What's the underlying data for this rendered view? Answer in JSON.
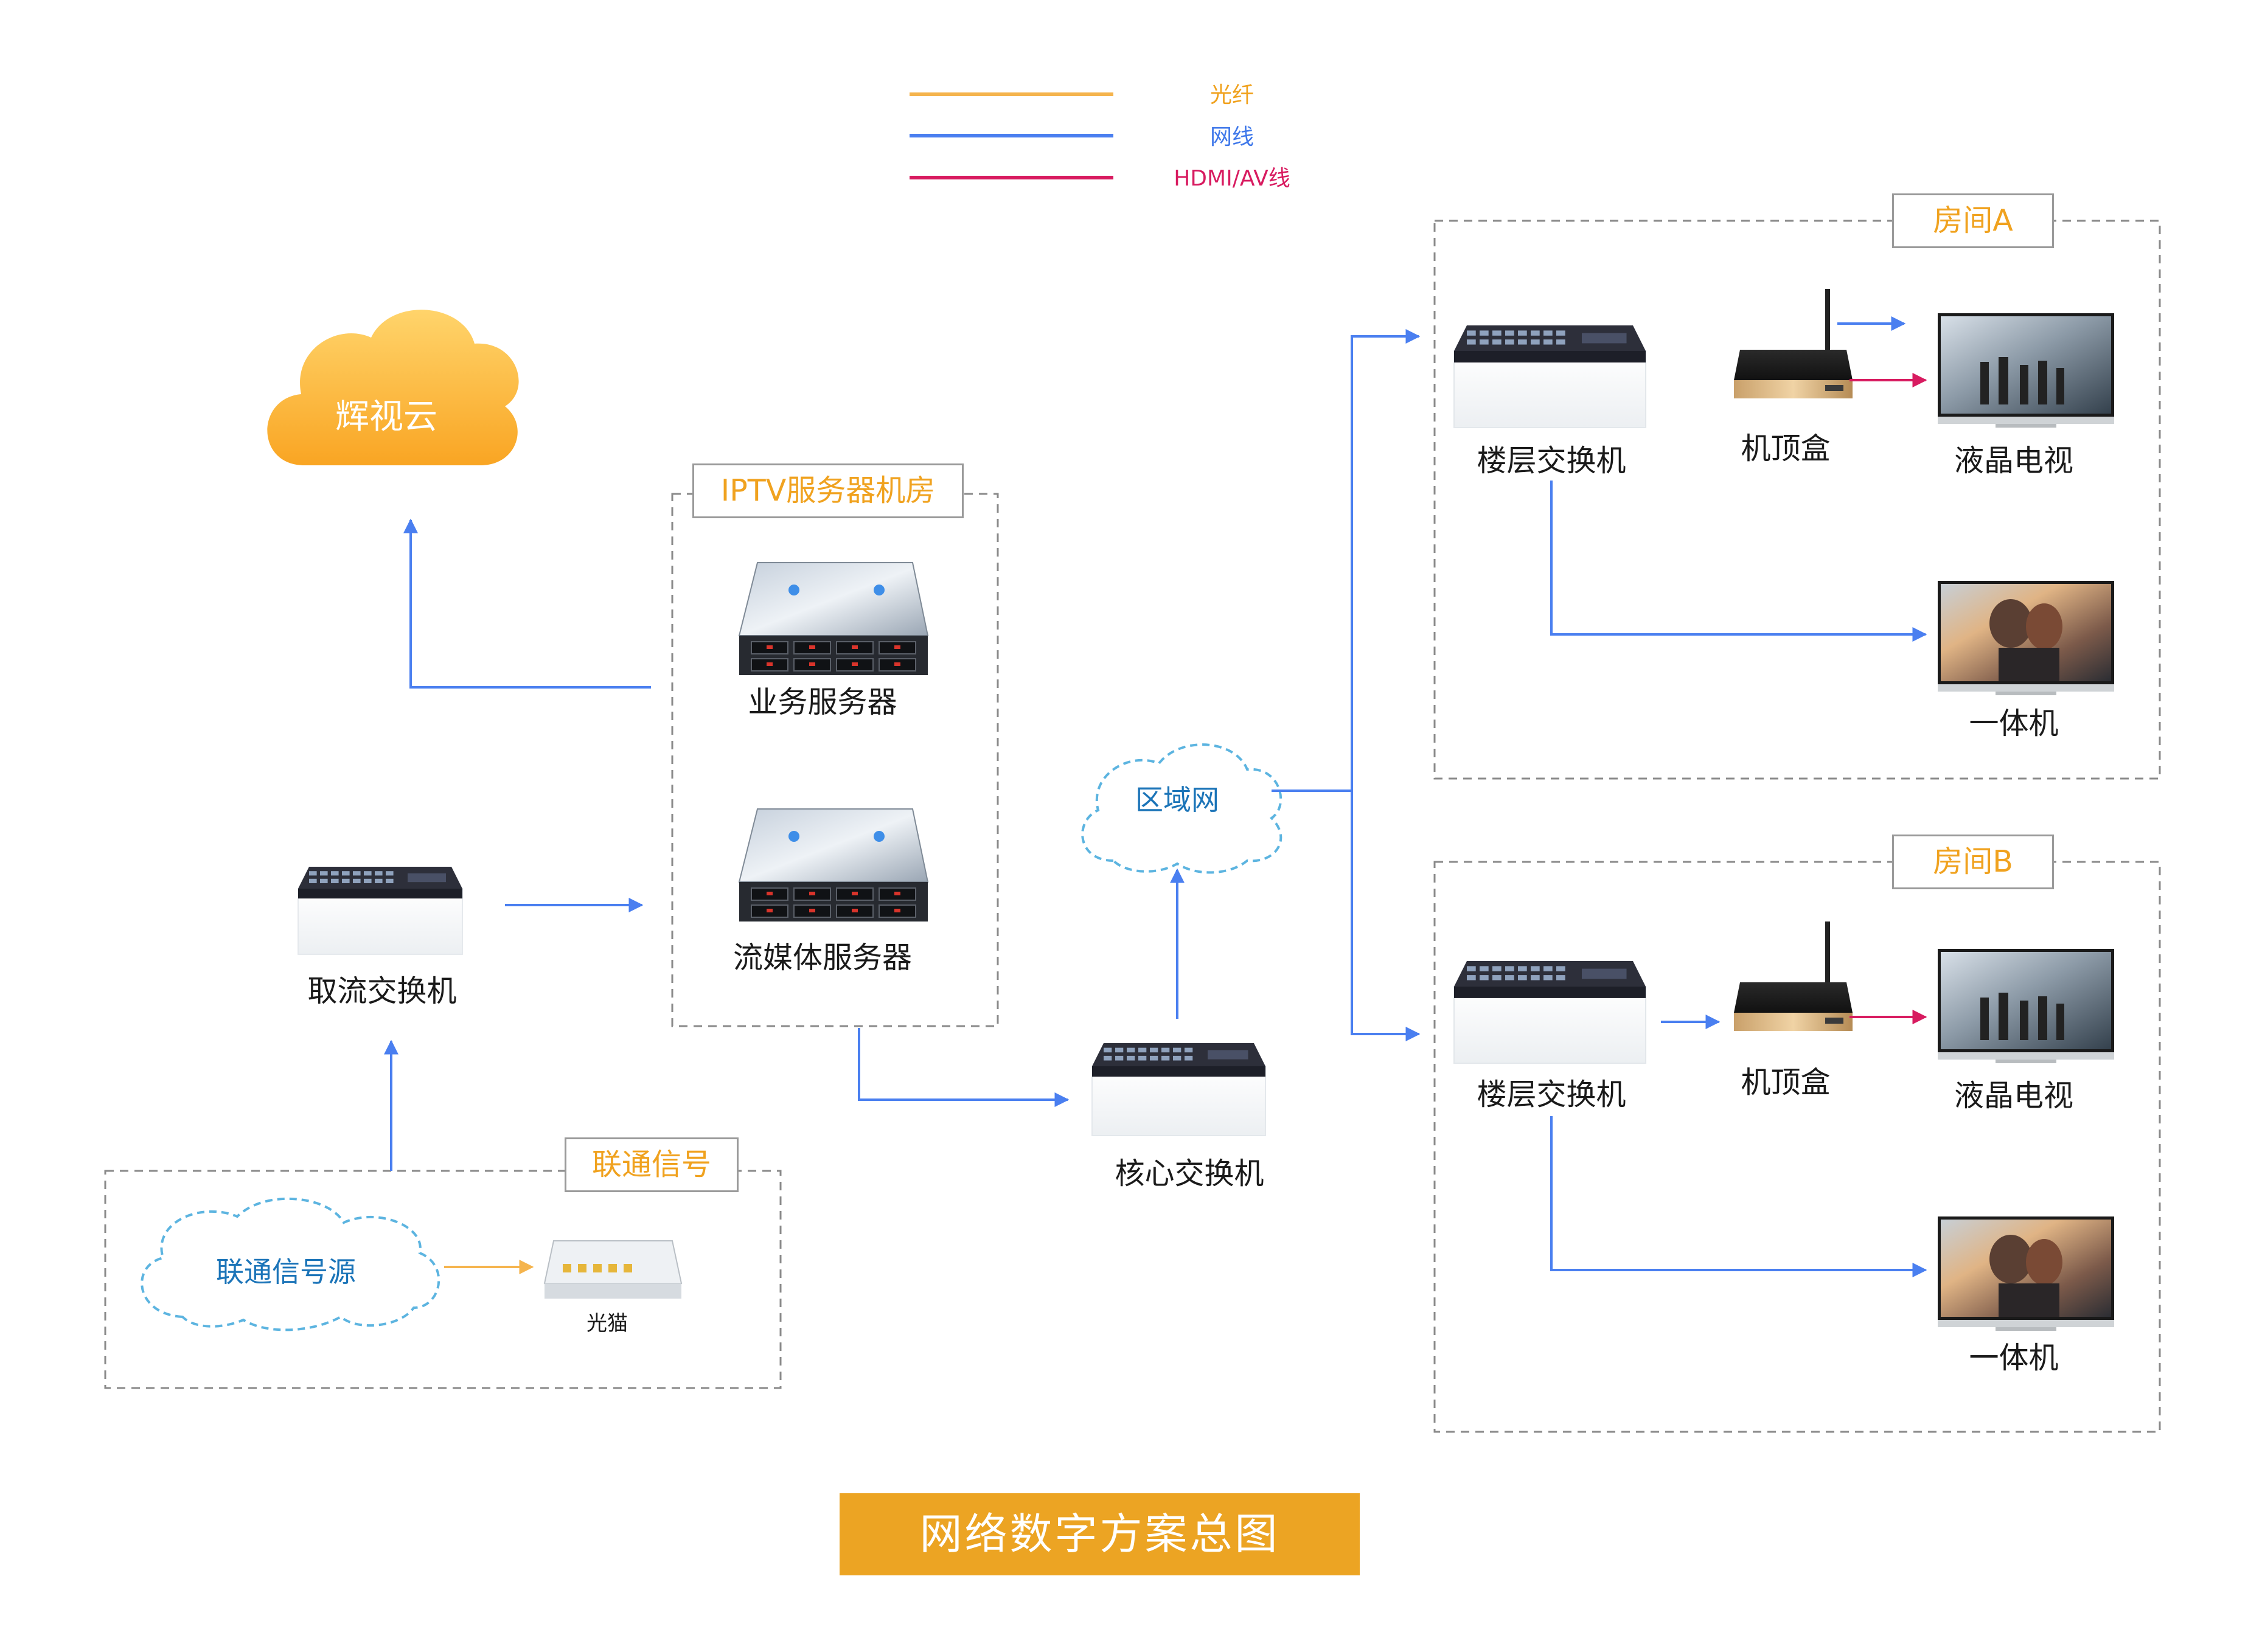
{
  "legend": {
    "items": [
      {
        "label": "光纤",
        "color": "#f5b44d"
      },
      {
        "label": "网线",
        "color": "#4a7ff0"
      },
      {
        "label": "HDMI/AV线",
        "color": "#d81b60"
      }
    ]
  },
  "cloud": {
    "label": "辉视云"
  },
  "iptv_room": {
    "title": "IPTV服务器机房",
    "business_server": "业务服务器",
    "streaming_server": "流媒体服务器"
  },
  "capture_switch": {
    "label": "取流交换机"
  },
  "unicom": {
    "title": "联通信号",
    "source": "联通信号源",
    "modem": "光猫"
  },
  "lan": {
    "label": "区域网"
  },
  "core_switch": {
    "label": "核心交换机"
  },
  "room_a": {
    "title": "房间A",
    "floor_switch": "楼层交换机",
    "settop_box": "机顶盒",
    "lcd_tv": "液晶电视",
    "all_in_one": "一体机"
  },
  "room_b": {
    "title": "房间B",
    "floor_switch": "楼层交换机",
    "settop_box": "机顶盒",
    "lcd_tv": "液晶电视",
    "all_in_one": "一体机"
  },
  "title": "网络数字方案总图"
}
